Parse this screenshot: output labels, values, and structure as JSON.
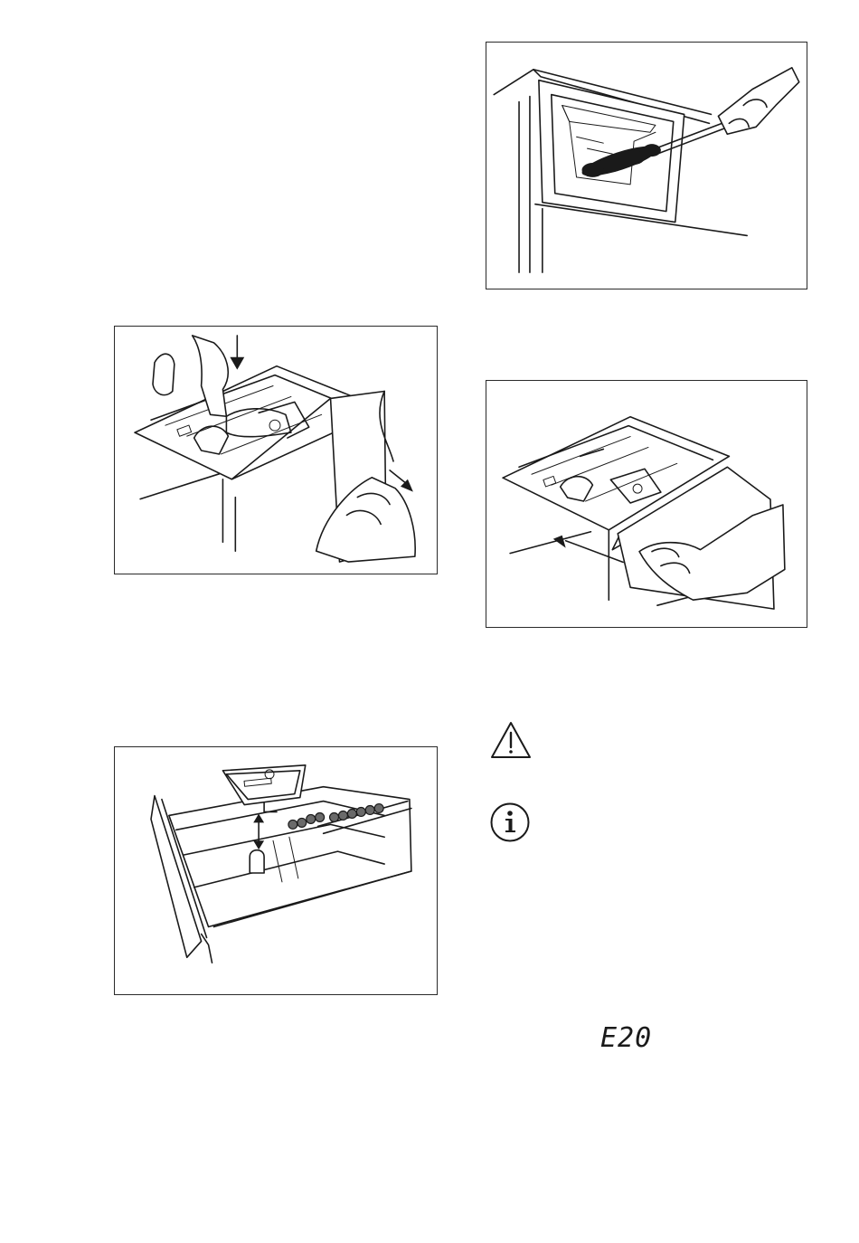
{
  "illustrations": [
    {
      "id": "brush-cleaning",
      "icon": "brush-cleaning-recess-illustration"
    },
    {
      "id": "drawer-removal",
      "icon": "drawer-removal-illustration"
    },
    {
      "id": "drawer-insert",
      "icon": "drawer-insert-illustration"
    },
    {
      "id": "siphon-cap",
      "icon": "siphon-cap-removal-illustration"
    }
  ],
  "symbols": {
    "warning": "warning-triangle-icon",
    "info": "info-circle-icon"
  },
  "display": {
    "error_code": "E20"
  }
}
